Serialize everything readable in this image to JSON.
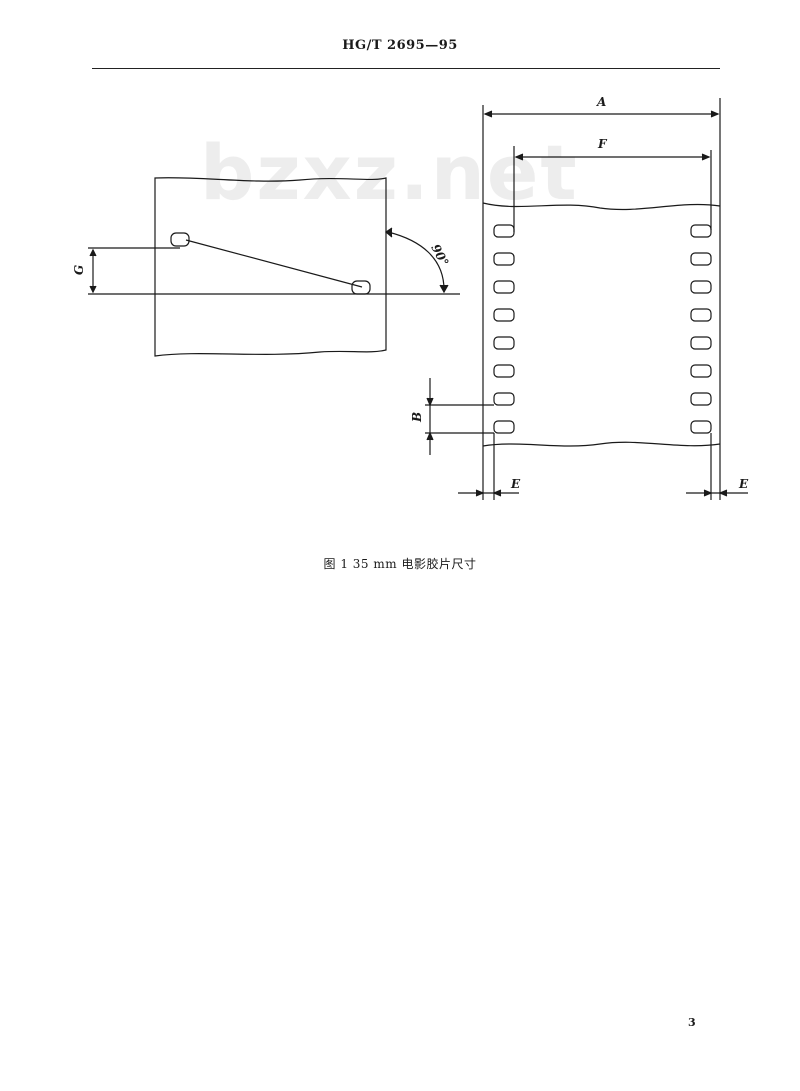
{
  "header": {
    "standard_number": "HG/T 2695—95"
  },
  "watermark": {
    "text": "bzxz.net"
  },
  "figure": {
    "caption": "图 1  35 mm 电影胶片尺寸",
    "angle_label": "90°",
    "dimension_labels": {
      "A": "A",
      "F": "F",
      "G": "G",
      "B": "B",
      "E_left": "E",
      "E_right": "E"
    }
  },
  "footer": {
    "page_number": "3"
  }
}
